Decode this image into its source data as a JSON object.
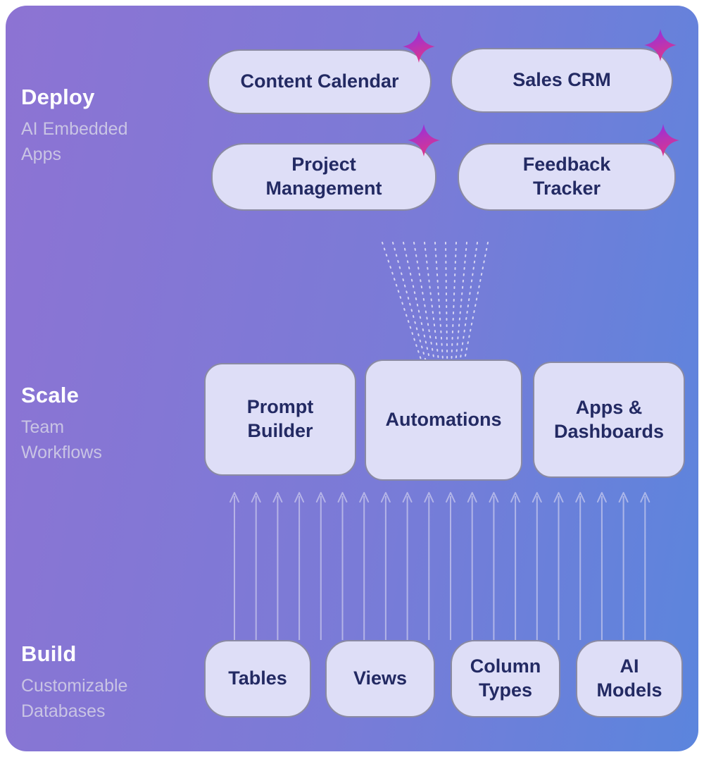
{
  "diagram": {
    "deploy": {
      "title": "Deploy",
      "subtitle": "AI Embedded\nApps",
      "cards": [
        {
          "label": "Content Calendar",
          "icon": "sparkle-icon"
        },
        {
          "label": "Sales CRM",
          "icon": "sparkle-icon"
        },
        {
          "label": "Project Management",
          "icon": "sparkle-icon"
        },
        {
          "label": "Feedback Tracker",
          "icon": "sparkle-icon"
        }
      ]
    },
    "scale": {
      "title": "Scale",
      "subtitle": "Team\nWorkflows",
      "cards": [
        {
          "label": "Prompt Builder"
        },
        {
          "label": "Automations"
        },
        {
          "label": "Apps & Dashboards"
        }
      ]
    },
    "build": {
      "title": "Build",
      "subtitle": "Customizable\nDatabases",
      "cards": [
        {
          "label": "Tables"
        },
        {
          "label": "Views"
        },
        {
          "label": "Column Types"
        },
        {
          "label": "AI Models"
        }
      ]
    },
    "colors": {
      "bg_gradient_left": "#8d73d3",
      "bg_gradient_right": "#5b85dd",
      "card_bg": "#dedef7",
      "card_border": "#8a8aa3",
      "card_text": "#232a63",
      "heading_text": "#ffffff",
      "subtitle_text": "#c9c4e4",
      "sparkle_purple": "#8b30e8",
      "sparkle_pink": "#d93690",
      "connector": "#dcdaf2"
    }
  }
}
